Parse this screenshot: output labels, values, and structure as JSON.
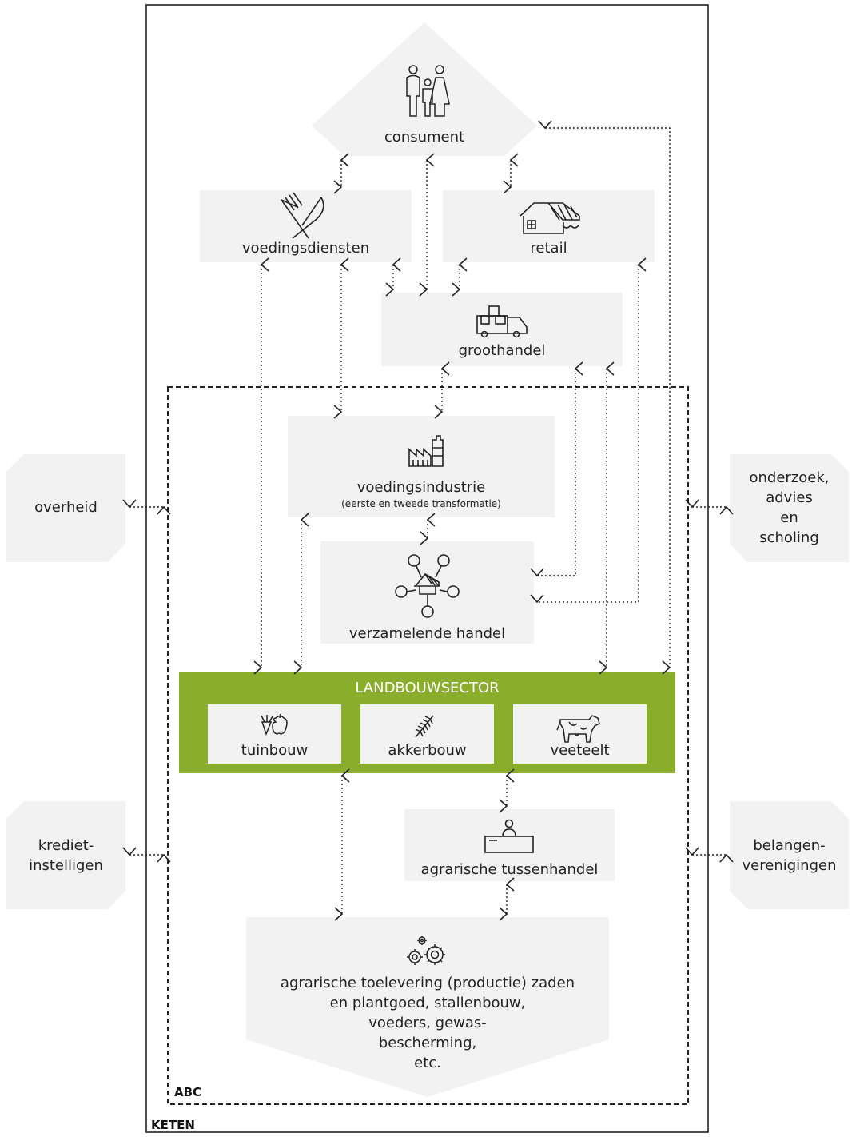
{
  "frames": {
    "keten": "KETEN",
    "abc": "ABC"
  },
  "nodes": {
    "consument": "consument",
    "voedingsdiensten": "voedingsdiensten",
    "retail": "retail",
    "groothandel": "groothandel",
    "voedingsindustrie": "voedingsindustrie",
    "voedingsindustrie_sub": "(eerste en tweede transformatie)",
    "verzamelende_handel": "verzamelende handel",
    "landbouwsector": "LANDBOUWSECTOR",
    "tuinbouw": "tuinbouw",
    "akkerbouw": "akkerbouw",
    "veeteelt": "veeteelt",
    "agrarische_tussenhandel": "agrarische tussenhandel",
    "toelevering": [
      "agrarische toelevering (productie) zaden",
      "en plantgoed, stallenbouw,",
      "voeders, gewas-",
      "bescherming,",
      "etc."
    ]
  },
  "external": {
    "overheid": "overheid",
    "onderzoek": [
      "onderzoek,",
      "advies",
      "en",
      "scholing"
    ],
    "krediet": [
      "krediet-",
      "instelligen"
    ],
    "belangen": [
      "belangen-",
      "verenigingen"
    ]
  },
  "colors": {
    "green": "#8aae2c",
    "box": "#f2f2f2",
    "line": "#222222"
  },
  "icons": [
    "people-icon",
    "cutlery-icon",
    "market-stall-icon",
    "truck-icon",
    "factory-icon",
    "network-market-icon",
    "carrot-apple-icon",
    "wheat-icon",
    "cow-icon",
    "counter-person-icon",
    "gears-icon"
  ]
}
